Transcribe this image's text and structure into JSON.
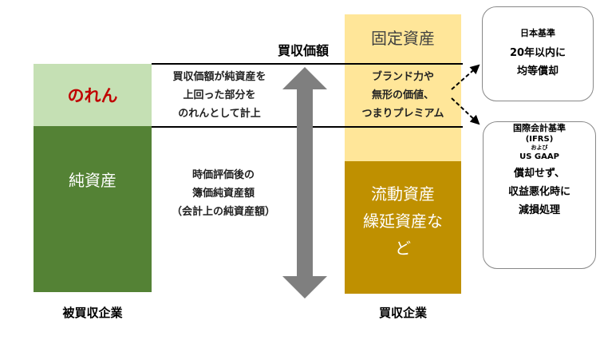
{
  "left": {
    "goodwill": "のれん",
    "net_assets": "純資産",
    "caption": "被買収企業"
  },
  "middle": {
    "price_label": "買収価額",
    "goodwill_note": [
      "買収価額が純資産を",
      "上回った部分を",
      "のれんとして計上"
    ],
    "net_note": [
      "時価評価後の",
      "簿価純資産額",
      "（会計上の純資産額）"
    ]
  },
  "right": {
    "fixed": "固定資産",
    "premium": [
      "ブランド力や",
      "無形の価値、",
      "つまりプレミアム"
    ],
    "current": [
      "流動資産",
      "繰延資産な",
      "ど"
    ],
    "caption": "買収企業"
  },
  "jgaap": {
    "title": "日本基準",
    "body": [
      "20年以内に",
      "均等償却"
    ]
  },
  "ifrs": {
    "title": "国際会計基準",
    "sub1": "(IFRS)",
    "sub2": "および",
    "sub3": "US GAAP",
    "body": [
      "償却せず、",
      "収益悪化時に",
      "減損処理"
    ]
  },
  "colors": {
    "goodwill_bg": "#c5e0b4",
    "net_bg": "#548235",
    "fixed_bg": "#ffe699",
    "current_bg": "#bf9000",
    "arrow": "#7f7f7f",
    "goodwill_text": "#c00000"
  }
}
